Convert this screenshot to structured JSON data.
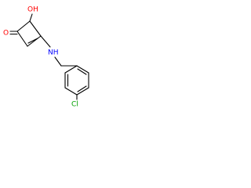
{
  "molecule": {
    "atom_labels": {
      "oxygen_carbonyl": "O",
      "hydroxyl": "OH",
      "amine": "NH",
      "chlorine": "Cl"
    },
    "colors": {
      "bond": "#000000",
      "oxygen": "#ff0000",
      "nitrogen": "#0000ff",
      "chlorine": "#00a000",
      "hydrogen": "#000000"
    }
  }
}
